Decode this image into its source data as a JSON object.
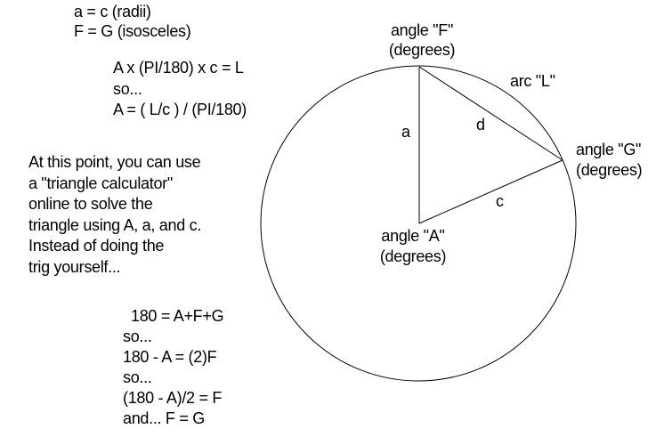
{
  "notes": {
    "equalities": [
      "a = c (radii)",
      "F = G (isosceles)"
    ],
    "arc_formula": [
      "A x (PI/180) x c = L",
      "so...",
      "A = ( L/c ) / (PI/180)"
    ],
    "advice": [
      "At this point, you can use",
      "a \"triangle calculator\"",
      "online to solve the",
      "triangle using A, a, and c.",
      "Instead of doing the",
      "trig yourself..."
    ],
    "angle_sum": [
      "180 = A+F+G",
      "so...",
      "180 - A = (2)F",
      "so...",
      "(180 - A)/2 = F",
      "and... F = G"
    ]
  },
  "diagram": {
    "angle_F": [
      "angle \"F\"",
      "(degrees)"
    ],
    "angle_G": [
      "angle \"G\"",
      "(degrees)"
    ],
    "angle_A": [
      "angle \"A\"",
      "(degrees)"
    ],
    "arc_label": "arc \"L\"",
    "side_a": "a",
    "side_c": "c",
    "side_d": "d"
  }
}
